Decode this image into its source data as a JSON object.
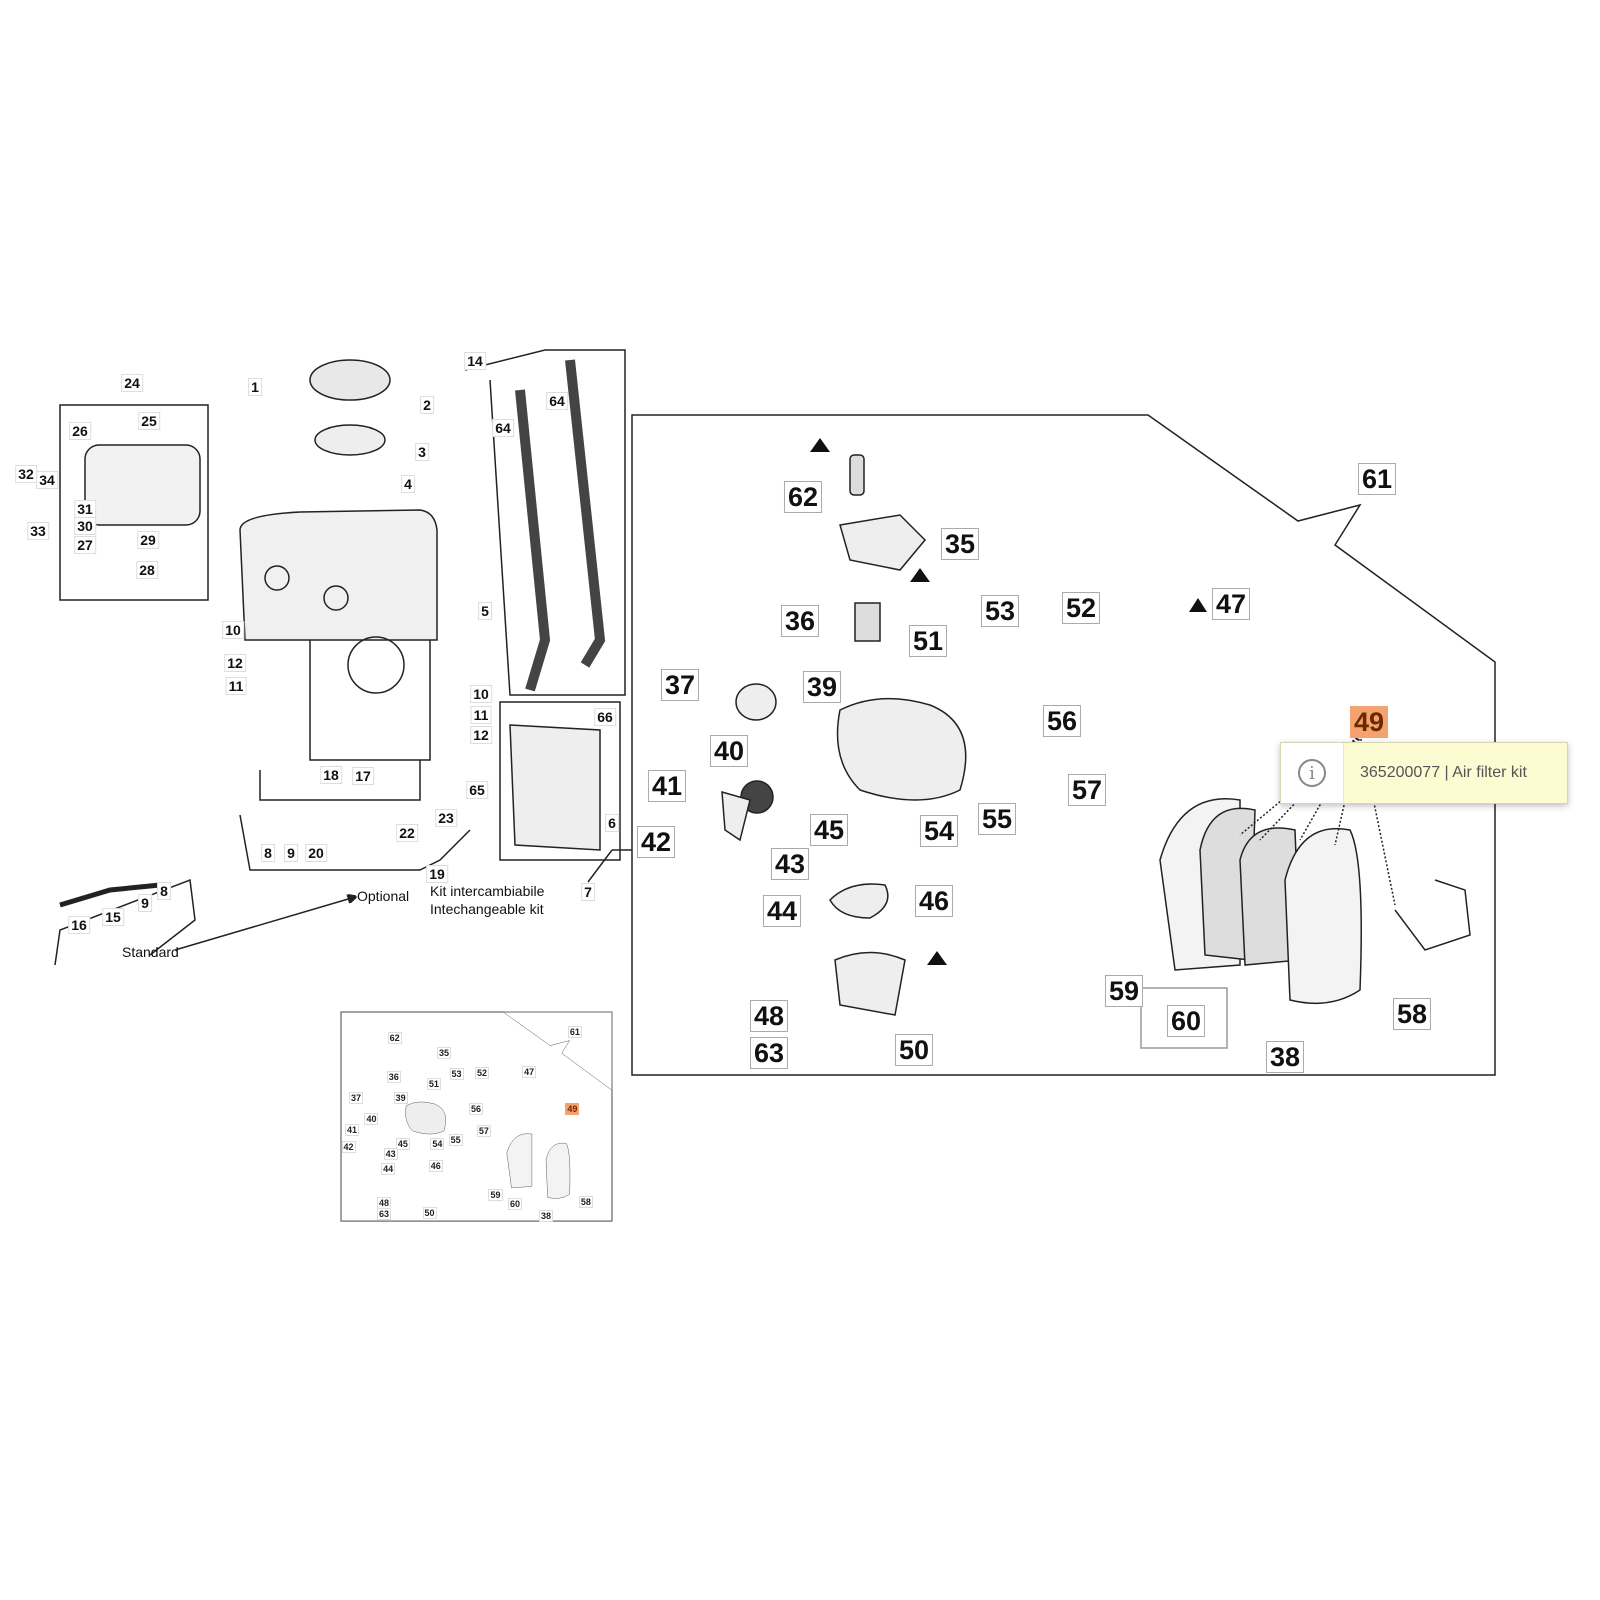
{
  "tank_callouts": [
    "1",
    "2",
    "3",
    "4",
    "5",
    "10",
    "12",
    "11",
    "10",
    "11",
    "12",
    "18",
    "17",
    "22",
    "23",
    "65",
    "8",
    "9",
    "20",
    "19",
    "24",
    "25",
    "26",
    "32",
    "34",
    "31",
    "30",
    "33",
    "27",
    "29",
    "28",
    "14",
    "64",
    "64",
    "66",
    "6",
    "7",
    "16",
    "15",
    "9",
    "8"
  ],
  "tank_text": {
    "optional": "Optional",
    "kit_it": "Kit intercambiabile",
    "kit_en": "Intechangeable kit",
    "standard": "Standard"
  },
  "carb_callouts": [
    "61",
    "62",
    "35",
    "47",
    "36",
    "53",
    "52",
    "51",
    "37",
    "39",
    "56",
    "40",
    "41",
    "57",
    "54",
    "55",
    "42",
    "45",
    "43",
    "44",
    "46",
    "48",
    "63",
    "50",
    "59",
    "60",
    "38",
    "58",
    "49"
  ],
  "highlighted_callout": "49",
  "highlight_color": "#f4a36f",
  "tooltip": {
    "icon": "info-icon",
    "glyph": "i",
    "text": "365200077 | Air filter kit"
  }
}
